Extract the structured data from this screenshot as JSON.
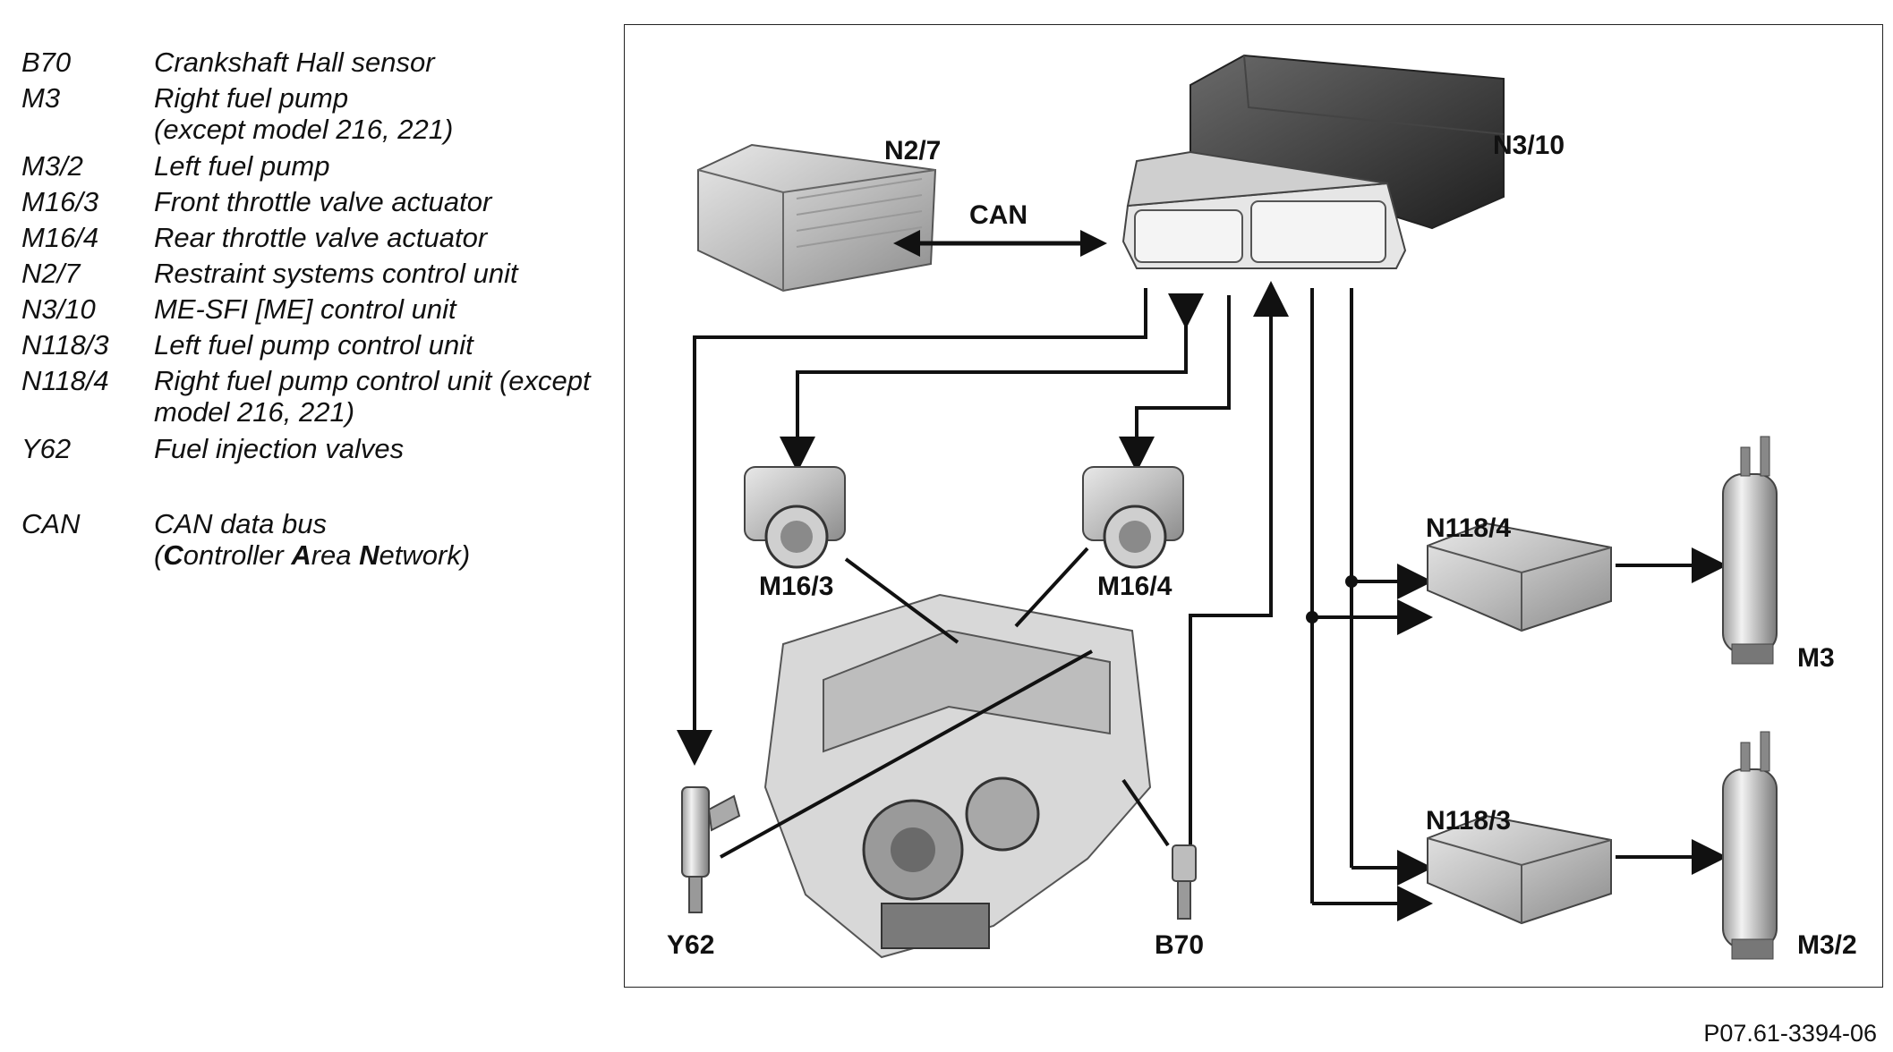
{
  "legend": [
    {
      "code": "B70",
      "desc": "Crankshaft Hall sensor"
    },
    {
      "code": "M3",
      "desc": "Right fuel pump",
      "desc2": "(except model 216, 221)"
    },
    {
      "code": "M3/2",
      "desc": "Left fuel pump"
    },
    {
      "code": "M16/3",
      "desc": "Front throttle valve actuator"
    },
    {
      "code": "M16/4",
      "desc": "Rear throttle valve actuator"
    },
    {
      "code": "N2/7",
      "desc": "Restraint systems control unit"
    },
    {
      "code": "N3/10",
      "desc": "ME-SFI [ME] control unit"
    },
    {
      "code": "N118/3",
      "desc": "Left fuel pump control unit"
    },
    {
      "code": "N118/4",
      "desc": "Right fuel pump control unit (except",
      "desc2": "model 216, 221)"
    },
    {
      "code": "Y62",
      "desc": "Fuel injection valves"
    },
    {
      "code": "CAN",
      "desc": "CAN data bus",
      "desc2_parts": [
        "(",
        "C",
        "ontroller  ",
        "A",
        "rea ",
        "N",
        "etwork)"
      ]
    }
  ],
  "diagram": {
    "labels": {
      "n27": "N2/7",
      "n310": "N3/10",
      "can": "CAN",
      "m163": "M16/3",
      "m164": "M16/4",
      "n1184": "N118/4",
      "n1183": "N118/3",
      "m3": "M3",
      "m32": "M3/2",
      "y62": "Y62",
      "b70": "B70"
    }
  },
  "footer": {
    "ref": "P07.61-3394-06"
  }
}
